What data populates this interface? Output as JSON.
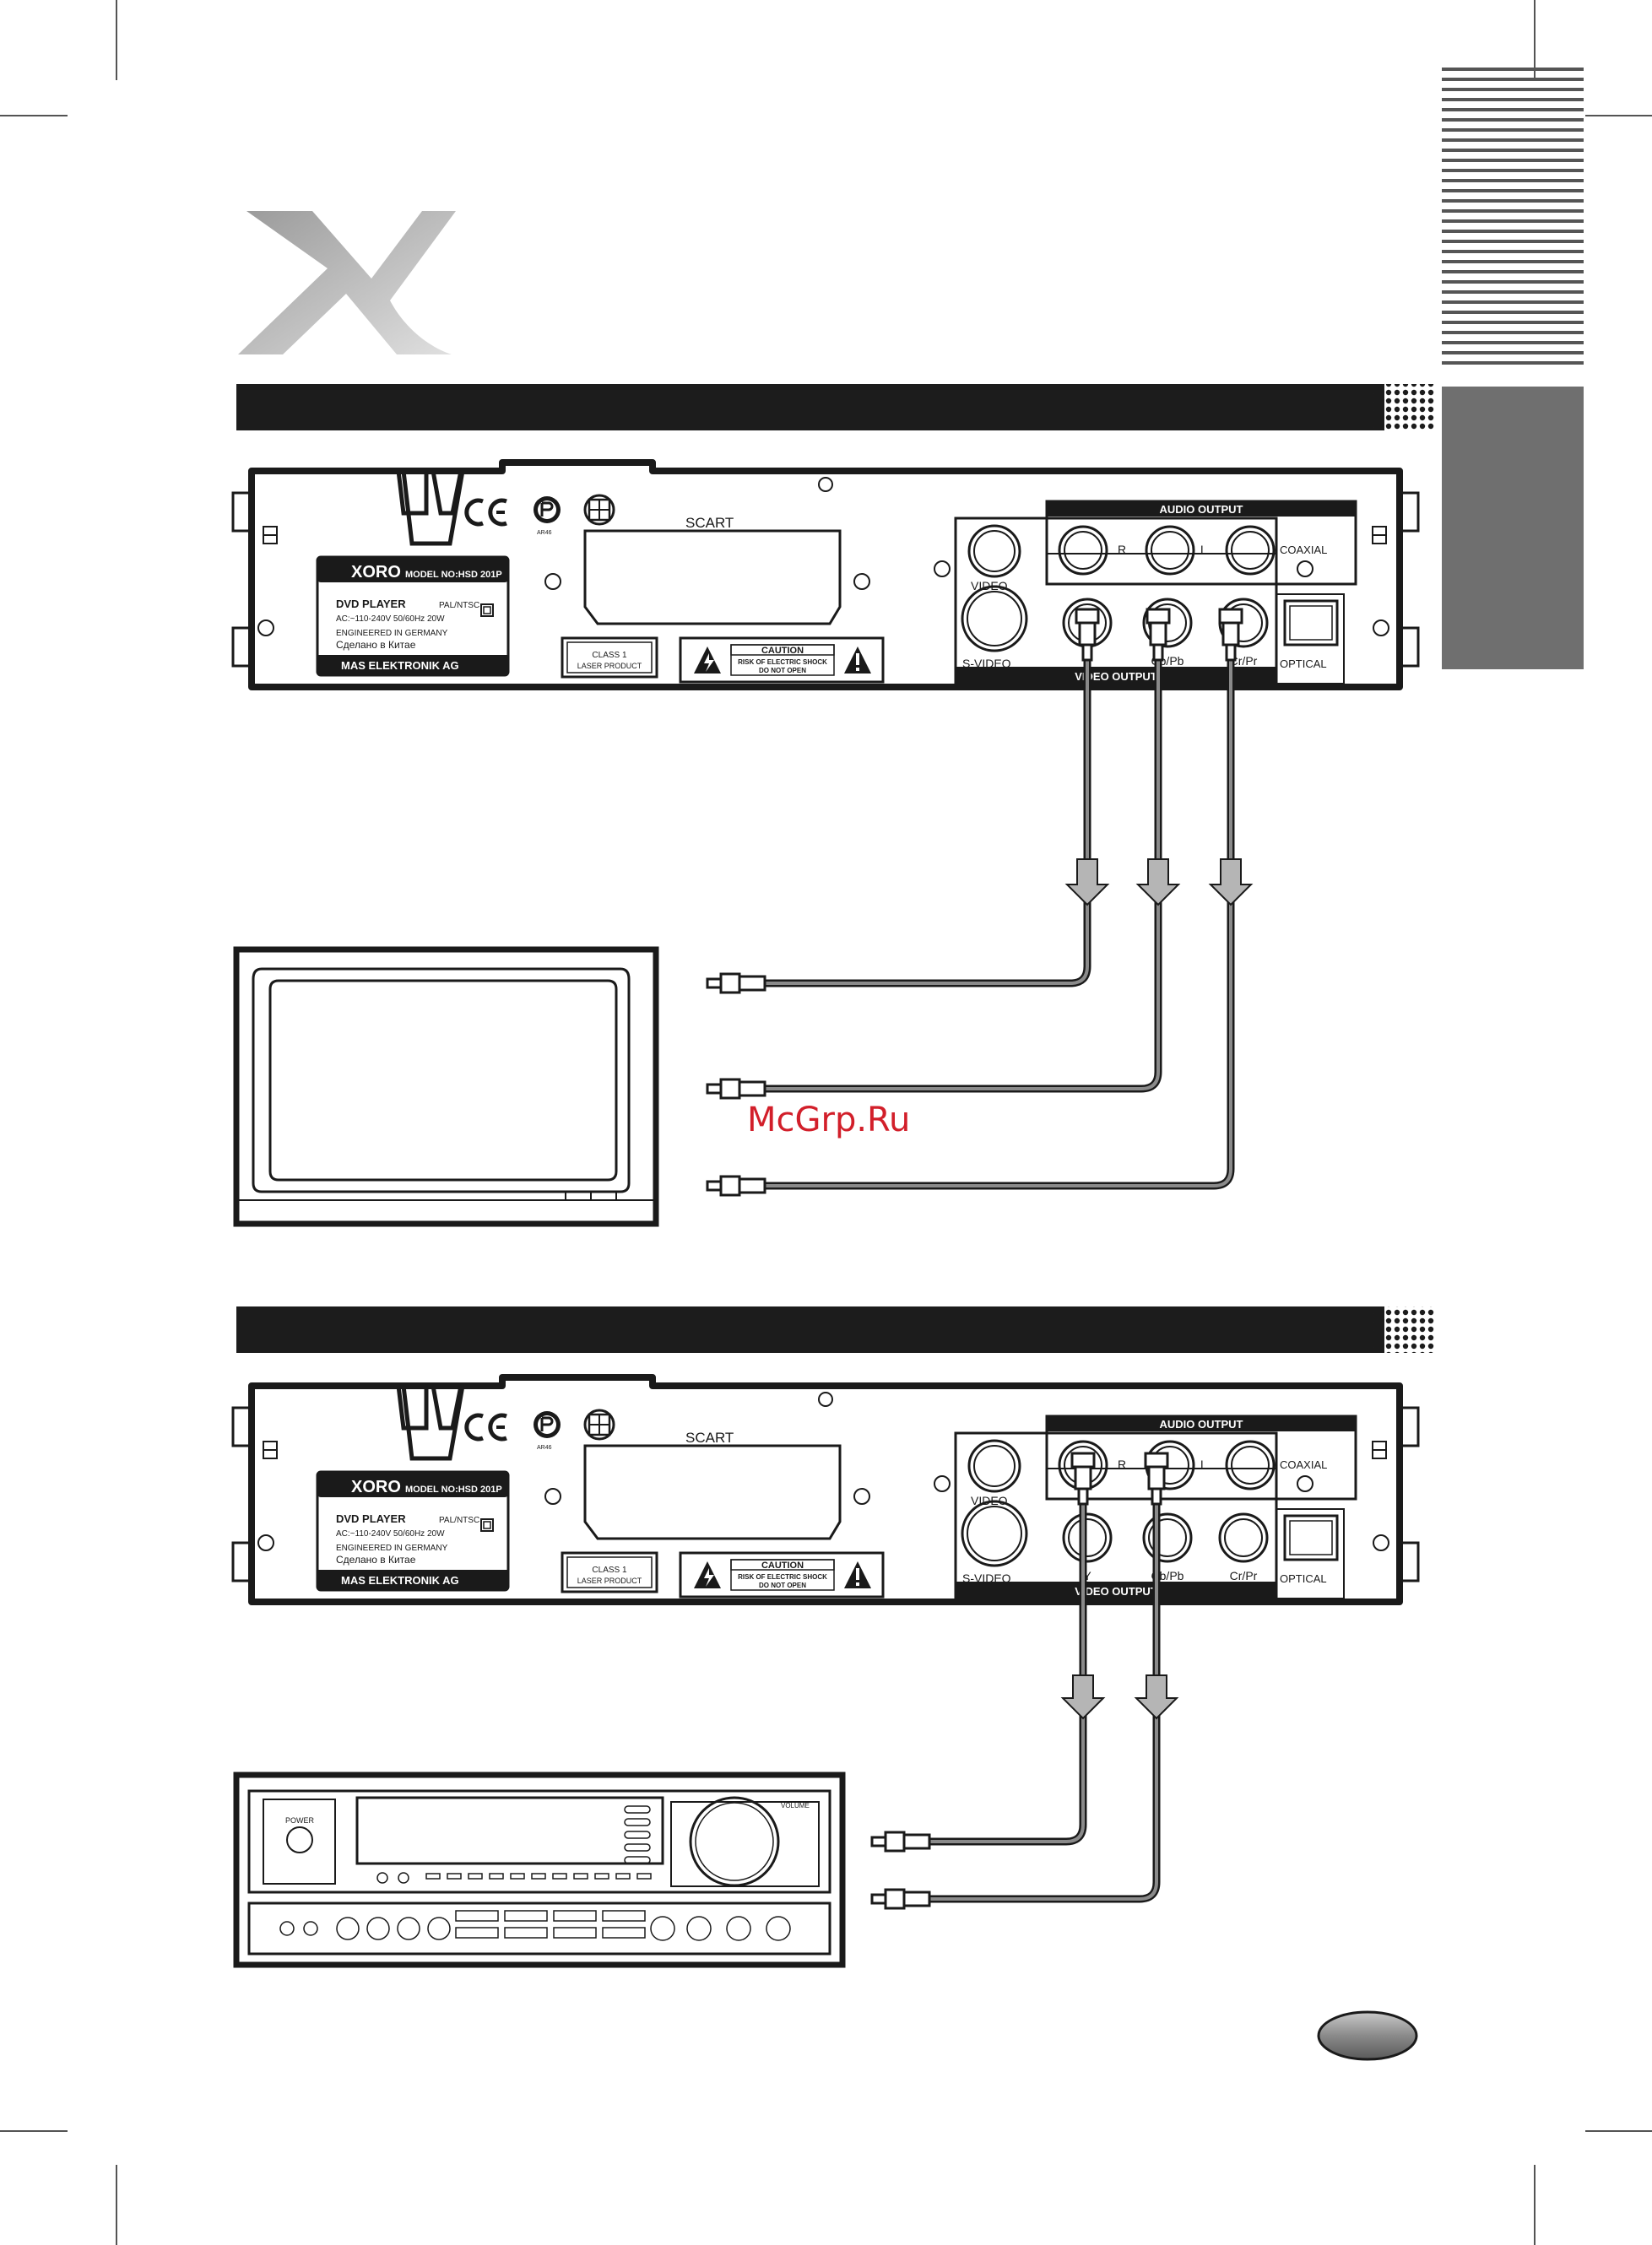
{
  "page": {
    "watermark": "McGrp.Ru",
    "colors": {
      "ink": "#1a1a1a",
      "header_bar": "#1c1c1c",
      "side_tab": "#6f6f6f",
      "logo_gray": "#bdbdbd",
      "arrow_gray": "#b5b5b5",
      "watermark_red": "#d21f2a",
      "page_badge": "#8a8a8a"
    }
  },
  "panel_labels": {
    "brand": "XORO",
    "model": "MODEL NO:HSD 201P",
    "product": "DVD PLAYER",
    "system": "PAL/NTSC",
    "power": "AC:~110-240V 50/60Hz 20W",
    "engineered": "ENGINEERED IN GERMANY",
    "made_in": "Сделано в Китае",
    "company": "MAS  ELEKTRONIK AG",
    "ce": "CE",
    "pct": "PC",
    "pct_code": "AR46",
    "scart": "SCART",
    "class1_line1": "CLASS 1",
    "class1_line2": "LASER PRODUCT",
    "caution": "CAUTION",
    "caution_line1": "RISK OF ELECTRIC SHOCK",
    "caution_line2": "DO NOT OPEN",
    "audio_output": "AUDIO OUTPUT",
    "video_output": "VIDEO OUTPUT",
    "jack_r": "R",
    "jack_l": "L",
    "coaxial": "COAXIAL",
    "video": "VIDEO",
    "svideo": "S-VIDEO",
    "y": "Y",
    "cbpb": "Cb/Pb",
    "crpr": "Cr/Pr",
    "optical": "OPTICAL"
  },
  "amplifier_labels": {
    "power": "POWER",
    "volume": "VOLUME"
  },
  "icons": [
    "xoro-logo-x",
    "ce-mark-icon",
    "pct-mark-icon",
    "recycle-mark-icon",
    "shock-warning-icon",
    "rca-plug-icon",
    "down-arrow-icon",
    "page-badge"
  ]
}
